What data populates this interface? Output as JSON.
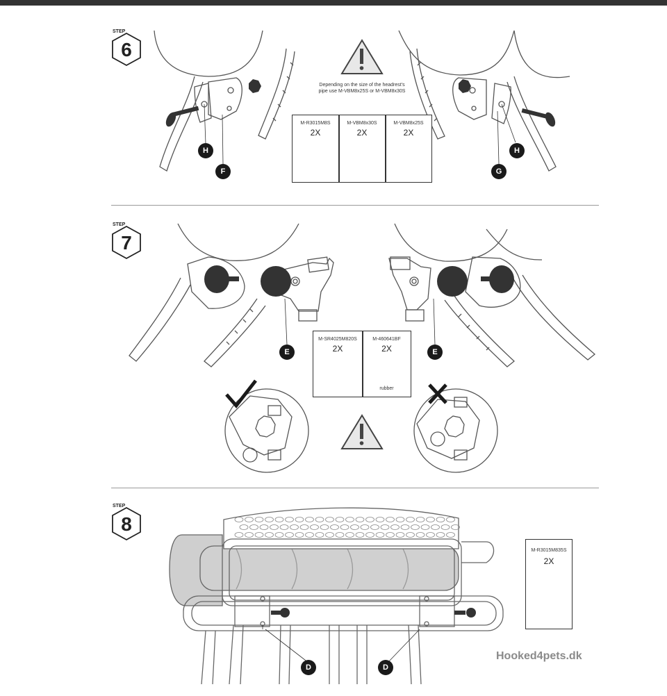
{
  "page": {
    "watermark": "Hooked4pets.dk"
  },
  "steps": [
    {
      "label": "STEP",
      "number": "6"
    },
    {
      "label": "STEP",
      "number": "7"
    },
    {
      "label": "STEP",
      "number": "8"
    }
  ],
  "step6": {
    "warning_text": "Depending on the size of the headrest's pipe use M-VBM8x25S or M-VBM8x30S",
    "parts": [
      {
        "code": "M-R3015M8S",
        "qty": "2X",
        "icon": "star-knob"
      },
      {
        "code": "M-VBM8x30S",
        "qty": "2X",
        "icon": "long-bolt"
      },
      {
        "code": "M-VBM8x25S",
        "qty": "2X",
        "icon": "short-bolt"
      }
    ],
    "callouts": {
      "h_left": "H",
      "f": "F",
      "g": "G",
      "h_right": "H"
    }
  },
  "step7": {
    "parts": [
      {
        "code": "M-SR4025M820S",
        "qty": "2X",
        "icon": "t-knob-bolt",
        "note": ""
      },
      {
        "code": "M-460641BF",
        "qty": "2X",
        "icon": "rubber-washer",
        "note": "rubber"
      }
    ],
    "callouts": {
      "e_left": "E",
      "e_right": "E"
    }
  },
  "step8": {
    "parts": [
      {
        "code": "M-R3015M835S",
        "qty": "2X",
        "icon": "knob-bolt"
      }
    ],
    "callouts": {
      "d_left": "D",
      "d_right": "D"
    }
  }
}
